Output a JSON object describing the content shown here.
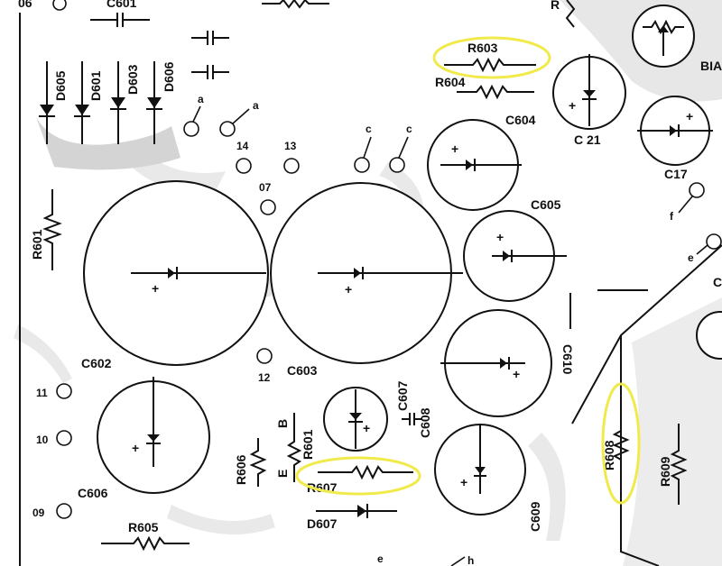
{
  "colors": {
    "background": "#ffffff",
    "ink": "#111111",
    "trace": "#d4d4d4",
    "highlight": "#f0ea4a"
  },
  "diagram": {
    "top_cut": {
      "pad": "06",
      "capacitor": "C601",
      "resistor": "R"
    },
    "diodes": [
      "D605",
      "D601",
      "D603",
      "D606"
    ],
    "resistors": {
      "r601_left": "R601",
      "r603": "R603",
      "r604": "R604",
      "r601_small": "R601",
      "r605": "R605",
      "r606": "R606",
      "r607": "R607",
      "r608": "R608",
      "r609": "R609"
    },
    "capacitors": {
      "c602": "C602",
      "c603": "C603",
      "c604": "C604",
      "c605": "C605",
      "c606": "C606",
      "c607": "C607",
      "c608": "C608",
      "c609": "C609",
      "c610": "C610",
      "c21": "C 21",
      "c17": "C17"
    },
    "diode_d607": "D607",
    "pads": {
      "a1": "a",
      "a2": "a",
      "c1": "c",
      "c2": "c",
      "n14": "14",
      "n13": "13",
      "n07": "07",
      "n12": "12",
      "n11": "11",
      "n10": "10",
      "n09": "09",
      "e_top": "e",
      "f": "f",
      "e_bottom": "e",
      "h": "h"
    },
    "transistor_pins": {
      "b": "B",
      "e": "E"
    },
    "edge_text": {
      "bia": "BIA",
      "c_right": "C"
    },
    "polarity": "+"
  }
}
